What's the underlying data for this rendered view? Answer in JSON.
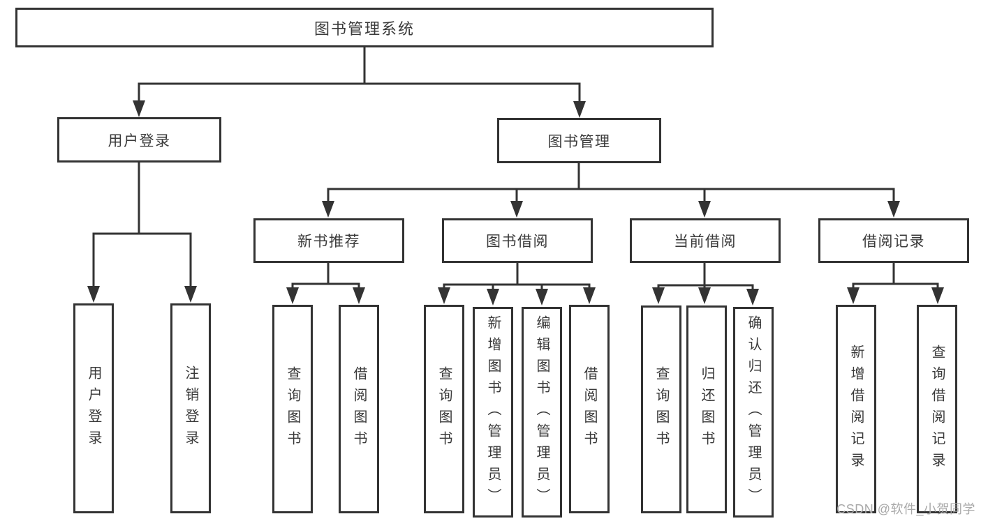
{
  "tree": {
    "root": {
      "label": "图书管理系统"
    },
    "children": [
      {
        "label": "用户登录",
        "children": [
          {
            "label": "用户登录"
          },
          {
            "label": "注销登录"
          }
        ]
      },
      {
        "label": "图书管理",
        "children": [
          {
            "label": "新书推荐",
            "children": [
              {
                "label": "查询图书"
              },
              {
                "label": "借阅图书"
              }
            ]
          },
          {
            "label": "图书借阅",
            "children": [
              {
                "label": "查询图书"
              },
              {
                "label": "新增图书（管理员）"
              },
              {
                "label": "编辑图书（管理员）"
              },
              {
                "label": "借阅图书"
              }
            ]
          },
          {
            "label": "当前借阅",
            "children": [
              {
                "label": "查询图书"
              },
              {
                "label": "归还图书"
              },
              {
                "label": "确认归还（管理员）"
              }
            ]
          },
          {
            "label": "借阅记录",
            "children": [
              {
                "label": "新增借阅记录"
              },
              {
                "label": "查询借阅记录"
              }
            ]
          }
        ]
      }
    ]
  },
  "watermark": {
    "text": "CSDN @软件_小贺同学"
  },
  "colors": {
    "line": "#333333",
    "text": "#3a3a3a",
    "background": "#ffffff",
    "watermark": "#a9a9a9"
  }
}
